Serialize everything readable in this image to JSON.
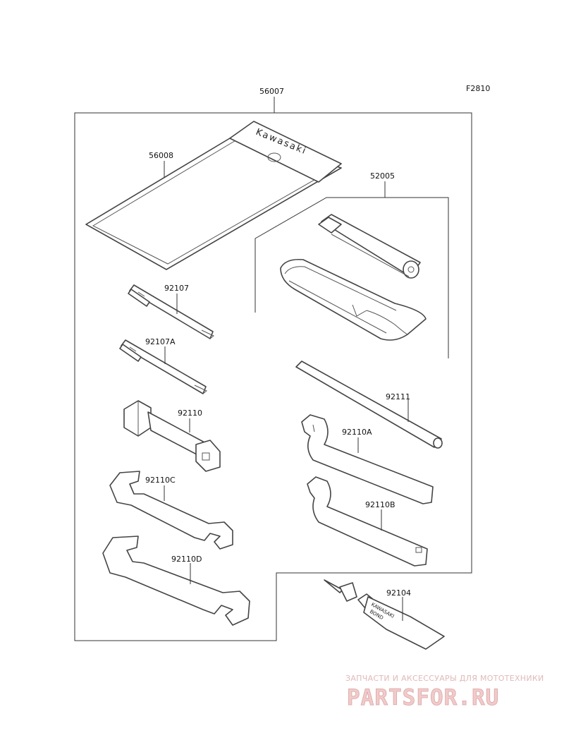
{
  "figure_code": "F2810",
  "labels": {
    "kit": "56007",
    "case": "56008",
    "pouch_set": "52005",
    "screwdriver_plus": "92107",
    "screwdriver_plus_a": "92107A",
    "plug_wrench": "92110",
    "bar": "92111",
    "hook_wrench_a": "92110A",
    "open_wrench_c": "92110C",
    "hook_wrench_b": "92110B",
    "open_wrench_d": "92110D",
    "bond": "92104"
  },
  "case_brand": "Kawasaki",
  "tube_brand": "KAWASAKI",
  "tube_text": "BOND",
  "watermark": {
    "caption": "ЗАПЧАСТИ И АКСЕССУАРЫ ДЛЯ МОТОТЕХНИКИ",
    "logo": "PARTSFOR.RU"
  }
}
